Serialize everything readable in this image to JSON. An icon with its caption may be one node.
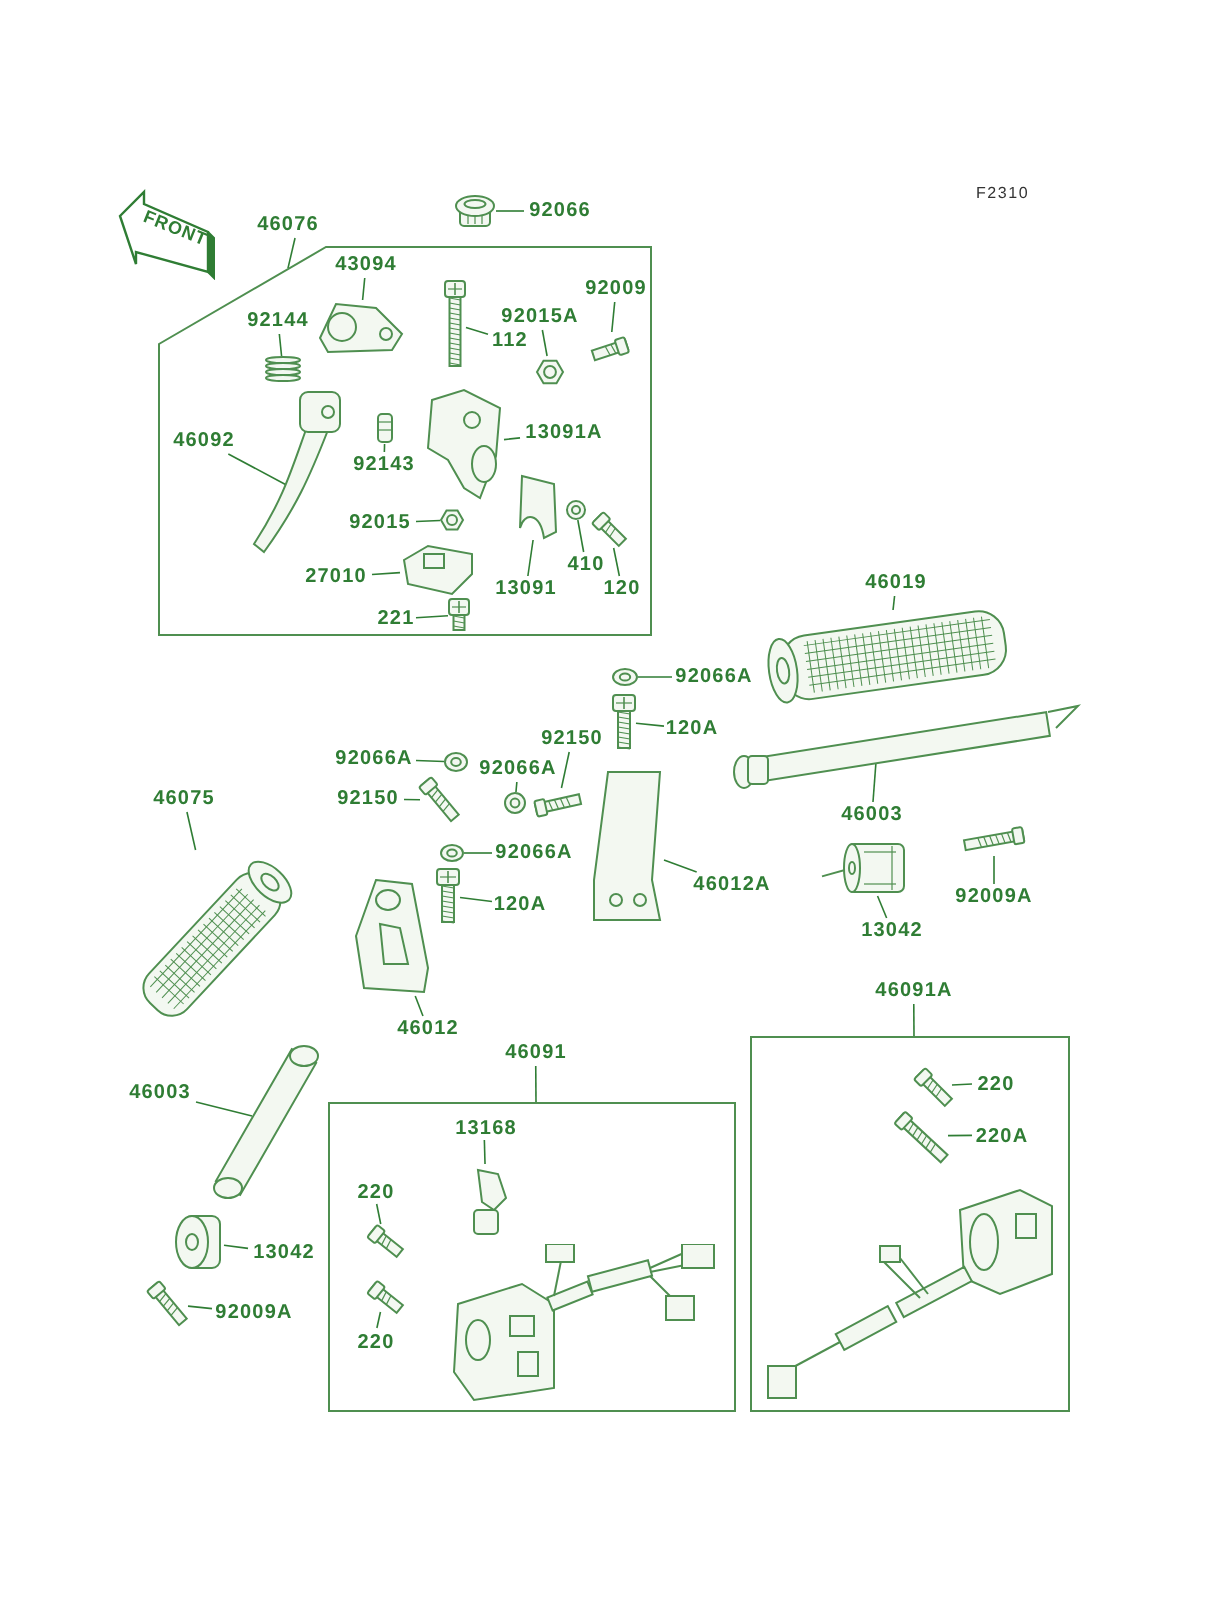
{
  "diagram": {
    "nodes": [
      {
        "text": [
          "FRONT"
        ]
      },
      {
        "text": [
          "46076"
        ]
      },
      {
        "text": [],
        "shape": "box"
      },
      {
        "text": [
          "92066"
        ]
      },
      {
        "text": [],
        "shape": "picture"
      },
      {
        "text": [
          "43094"
        ],
        "in": 2
      },
      {
        "text": [],
        "shape": "picture",
        "in": 2
      },
      {
        "text": [
          "92144"
        ],
        "in": 2
      },
      {
        "text": [],
        "shape": "picture",
        "in": 2
      },
      {
        "text": [
          "46092"
        ],
        "in": 2
      },
      {
        "text": [],
        "shape": "picture",
        "in": 2
      },
      {
        "text": [
          "92143"
        ],
        "in": 2
      },
      {
        "text": [],
        "shape": "picture",
        "in": 2
      },
      {
        "text": [
          "112"
        ],
        "in": 2
      },
      {
        "text": [],
        "shape": "picture",
        "in": 2
      },
      {
        "text": [
          "92015A"
        ],
        "in": 2
      },
      {
        "text": [],
        "shape": "picture",
        "in": 2
      },
      {
        "text": [
          "92009"
        ],
        "in": 2
      },
      {
        "text": [],
        "shape": "picture",
        "in": 2
      },
      {
        "text": [
          "13091A"
        ],
        "in": 2
      },
      {
        "text": [],
        "shape": "picture",
        "in": 2
      },
      {
        "text": [
          "92015"
        ],
        "in": 2
      },
      {
        "text": [],
        "shape": "picture",
        "in": 2
      },
      {
        "text": [
          "13091"
        ],
        "in": 2
      },
      {
        "text": [],
        "shape": "picture",
        "in": 2
      },
      {
        "text": [
          "410"
        ],
        "in": 2
      },
      {
        "text": [],
        "shape": "picture",
        "in": 2
      },
      {
        "text": [
          "120"
        ],
        "in": 2
      },
      {
        "text": [],
        "shape": "picture",
        "in": 2
      },
      {
        "text": [
          "27010"
        ],
        "in": 2
      },
      {
        "text": [],
        "shape": "picture",
        "in": 2
      },
      {
        "text": [
          "221"
        ],
        "in": 2
      },
      {
        "text": [],
        "shape": "picture",
        "in": 2
      },
      {
        "text": [
          "46019"
        ]
      },
      {
        "text": [],
        "shape": "picture"
      },
      {
        "text": [
          "92066A"
        ]
      },
      {
        "text": [],
        "shape": "picture"
      },
      {
        "text": [
          "120A"
        ]
      },
      {
        "text": [],
        "shape": "picture"
      },
      {
        "text": [
          "92150"
        ]
      },
      {
        "text": [],
        "shape": "picture"
      },
      {
        "text": [
          "92066A"
        ]
      },
      {
        "text": [],
        "shape": "picture"
      },
      {
        "text": [
          "92066A"
        ]
      },
      {
        "text": [],
        "shape": "picture"
      },
      {
        "text": [
          "46075"
        ]
      },
      {
        "text": [
          "92150"
        ]
      },
      {
        "text": [],
        "shape": "picture"
      },
      {
        "text": [],
        "shape": "picture"
      },
      {
        "text": [
          "46003"
        ]
      },
      {
        "text": [],
        "shape": "picture"
      },
      {
        "text": [
          "46012A"
        ]
      },
      {
        "text": [],
        "shape": "picture"
      },
      {
        "text": [
          "92066A"
        ]
      },
      {
        "text": [],
        "shape": "picture"
      },
      {
        "text": [
          "120A"
        ]
      },
      {
        "text": [],
        "shape": "picture"
      },
      {
        "text": [
          "13042"
        ]
      },
      {
        "text": [],
        "shape": "picture"
      },
      {
        "text": [
          "92009A"
        ]
      },
      {
        "text": [],
        "shape": "picture"
      },
      {
        "text": [
          "46012"
        ]
      },
      {
        "text": [],
        "shape": "picture"
      },
      {
        "text": [
          "46003"
        ]
      },
      {
        "text": [],
        "shape": "picture"
      },
      {
        "text": [
          "13042"
        ]
      },
      {
        "text": [],
        "shape": "picture"
      },
      {
        "text": [
          "92009A"
        ]
      },
      {
        "text": [],
        "shape": "picture"
      },
      {
        "text": [
          "46091"
        ]
      },
      {
        "text": [],
        "shape": "box"
      },
      {
        "text": [
          "13168"
        ],
        "in": 70
      },
      {
        "text": [],
        "shape": "picture",
        "in": 70
      },
      {
        "text": [
          "220"
        ],
        "in": 70
      },
      {
        "text": [],
        "shape": "picture",
        "in": 70
      },
      {
        "text": [
          "220"
        ],
        "in": 70
      },
      {
        "text": [],
        "shape": "picture",
        "in": 70
      },
      {
        "text": [
          "46091A"
        ]
      },
      {
        "text": [],
        "shape": "box"
      },
      {
        "text": [
          "220"
        ],
        "in": 78
      },
      {
        "text": [],
        "shape": "picture",
        "in": 78
      },
      {
        "text": [
          "220A"
        ],
        "in": 78
      },
      {
        "text": [],
        "shape": "picture",
        "in": 78
      }
    ],
    "edges": [
      {
        "from": 1,
        "to": 2,
        "arrow": "none"
      },
      {
        "from": 3,
        "to": 4,
        "arrow": "none"
      },
      {
        "from": 5,
        "to": 6,
        "arrow": "none"
      },
      {
        "from": 7,
        "to": 8,
        "arrow": "none"
      },
      {
        "from": 9,
        "to": 10,
        "arrow": "none"
      },
      {
        "from": 11,
        "to": 12,
        "arrow": "none"
      },
      {
        "from": 13,
        "to": 14,
        "arrow": "none"
      },
      {
        "from": 15,
        "to": 16,
        "arrow": "none"
      },
      {
        "from": 17,
        "to": 18,
        "arrow": "none"
      },
      {
        "from": 19,
        "to": 20,
        "arrow": "none"
      },
      {
        "from": 21,
        "to": 22,
        "arrow": "none"
      },
      {
        "from": 23,
        "to": 24,
        "arrow": "none"
      },
      {
        "from": 25,
        "to": 26,
        "arrow": "none"
      },
      {
        "from": 27,
        "to": 28,
        "arrow": "none"
      },
      {
        "from": 29,
        "to": 30,
        "arrow": "none"
      },
      {
        "from": 31,
        "to": 32,
        "arrow": "none"
      },
      {
        "from": 33,
        "to": 34,
        "arrow": "none"
      },
      {
        "from": 35,
        "to": 36,
        "arrow": "none"
      },
      {
        "from": 37,
        "to": 38,
        "arrow": "none"
      },
      {
        "from": 39,
        "to": 40,
        "arrow": "none"
      },
      {
        "from": 41,
        "to": 42,
        "arrow": "none"
      },
      {
        "from": 43,
        "to": 44,
        "arrow": "none"
      },
      {
        "from": 45,
        "to": 48,
        "arrow": "none"
      },
      {
        "from": 46,
        "to": 47,
        "arrow": "none"
      },
      {
        "from": 49,
        "to": 50,
        "arrow": "none"
      },
      {
        "from": 51,
        "to": 52,
        "arrow": "none"
      },
      {
        "from": 53,
        "to": 54,
        "arrow": "none"
      },
      {
        "from": 55,
        "to": 56,
        "arrow": "none"
      },
      {
        "from": 57,
        "to": 58,
        "arrow": "none"
      },
      {
        "from": 59,
        "to": 60,
        "arrow": "none"
      },
      {
        "from": 61,
        "to": 62,
        "arrow": "none"
      },
      {
        "from": 63,
        "to": 64,
        "arrow": "none"
      },
      {
        "from": 65,
        "to": 66,
        "arrow": "none"
      },
      {
        "from": 67,
        "to": 68,
        "arrow": "none"
      },
      {
        "from": 69,
        "to": 70,
        "arrow": "none"
      },
      {
        "from": 71,
        "to": 72,
        "arrow": "none"
      },
      {
        "from": 73,
        "to": 74,
        "arrow": "none"
      },
      {
        "from": 75,
        "to": 76,
        "arrow": "none"
      },
      {
        "from": 77,
        "to": 78,
        "arrow": "none"
      },
      {
        "from": 79,
        "to": 80,
        "arrow": "none"
      },
      {
        "from": 81,
        "to": 82,
        "arrow": "none"
      }
    ],
    "labels": [
      "F2310"
    ]
  }
}
